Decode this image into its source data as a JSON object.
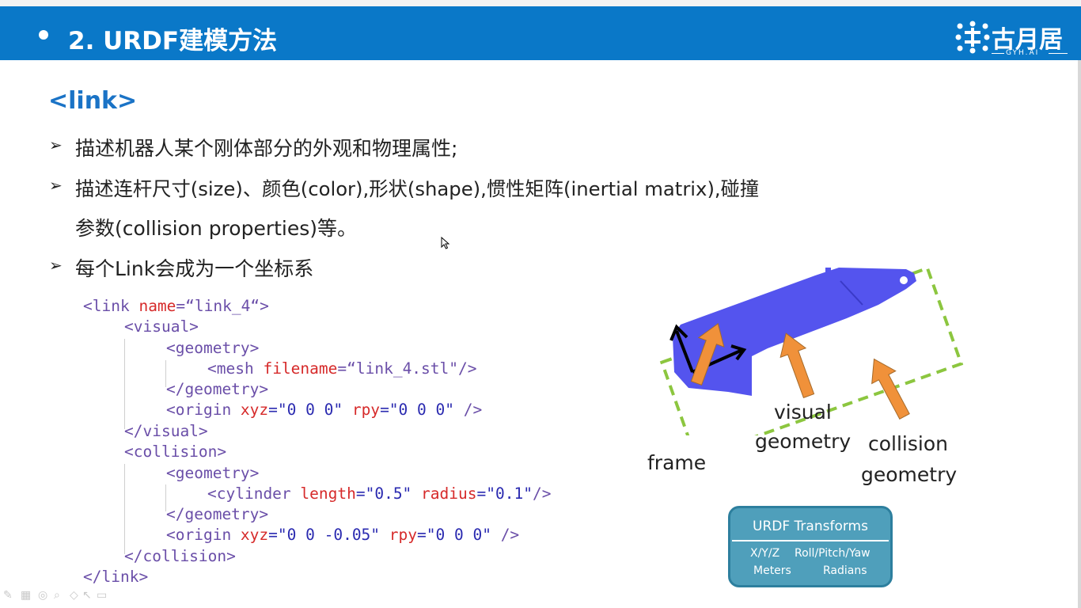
{
  "header": {
    "title": "2. URDF建模方法"
  },
  "logo": {
    "name": "古月居",
    "sub": "GYH.AI"
  },
  "section": {
    "title": "<link>"
  },
  "bullets": [
    "描述机器人某个刚体部分的外观和物理属性;",
    "描述连杆尺寸(size)、颜色(color),形状(shape),惯性矩阵(inertial matrix),碰撞",
    "参数(collision properties)等。",
    "每个Link会成为一个坐标系"
  ],
  "code": {
    "l1_tag": "<link ",
    "l1_attr": "name",
    "l1_eq": "=",
    "l1_val": "“link_4“",
    "l1_end": ">",
    "l2": "<visual>",
    "l3": "<geometry>",
    "l4_tag": "<mesh ",
    "l4_attr": "filename",
    "l4_eq": "=",
    "l4_val": "“link_4.stl\"",
    "l4_end": "/>",
    "l5": "</geometry>",
    "l6_tag": "<origin ",
    "l6_a1": "xyz",
    "l6_v1": "=\"0 0 0\" ",
    "l6_a2": "rpy",
    "l6_v2": "=\"0 0 0\" ",
    "l6_end": "/>",
    "l7": "</visual>",
    "l8": "<collision>",
    "l9": "<geometry>",
    "l10_tag": "<cylinder ",
    "l10_a1": "length",
    "l10_v1": "=\"0.5\" ",
    "l10_a2": "radius",
    "l10_v2": "=\"0.1\"",
    "l10_end": "/>",
    "l11": "</geometry>",
    "l12_tag": "<origin ",
    "l12_a1": "xyz",
    "l12_v1": "=\"0 0 -0.05\" ",
    "l12_a2": "rpy",
    "l12_v2": "=\"0 0 0\" ",
    "l12_end": "/>",
    "l13": "</collision>",
    "l14": "</link>"
  },
  "figure": {
    "frame_label": "frame",
    "visual_label_1": "visual",
    "visual_label_2": "geometry",
    "collision_label_1": "collision",
    "collision_label_2": "geometry",
    "link_color": "#5454ee",
    "bbox_color": "#8cc63f",
    "arrow_color": "#f0913a"
  },
  "urdf_box": {
    "title": "URDF Transforms",
    "c1": "X/Y/Z",
    "c2": "Roll/Pitch/Yaw",
    "c3": "Meters",
    "c4": "Radians"
  },
  "colors": {
    "header": "#0a78c8",
    "section": "#1a73c6"
  }
}
